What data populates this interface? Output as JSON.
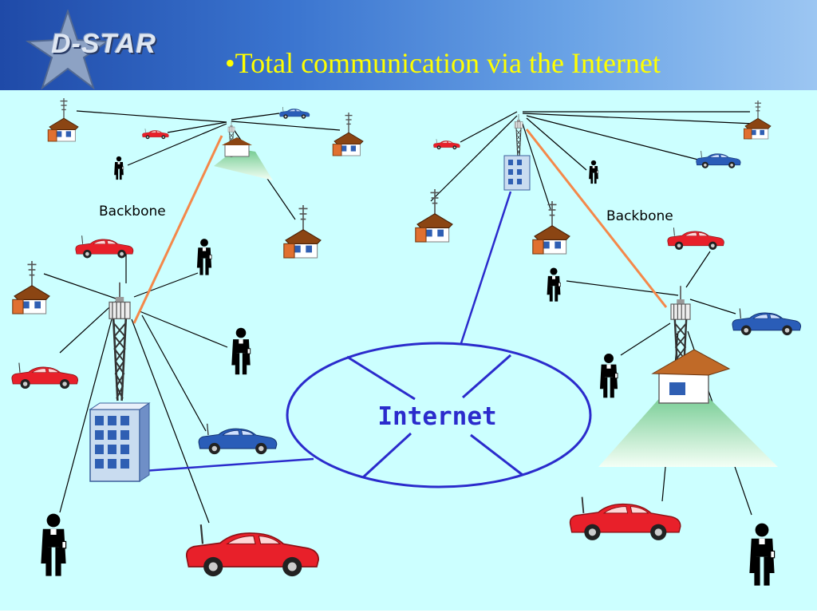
{
  "header": {
    "logo_text": "D-STAR",
    "title": "•Total communication via the Internet"
  },
  "diagram": {
    "backbone_label_left": "Backbone",
    "backbone_label_right": "Backbone",
    "internet_label": "Internet"
  },
  "colors": {
    "header_blue": "#3a74cf",
    "title_yellow": "#ffff00",
    "background_cyan": "#ccffff",
    "backbone_orange": "#f4884a",
    "internet_blue": "#2b2bcc",
    "car_red": "#e8202a",
    "car_blue": "#2a5db8"
  }
}
